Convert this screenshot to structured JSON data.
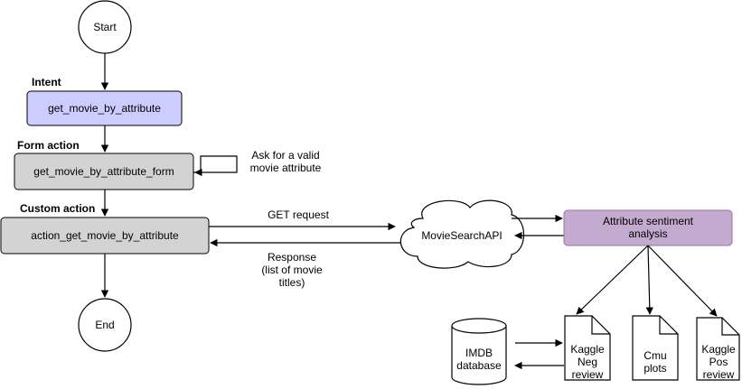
{
  "nodes": {
    "start": "Start",
    "end": "End",
    "intent_label": "Intent",
    "intent": "get_movie_by_attribute",
    "form_label": "Form action",
    "form": "get_movie_by_attribute_form",
    "custom_label": "Custom action",
    "custom": "action_get_movie_by_attribute",
    "api": "MovieSearchAPI",
    "sentiment": [
      "Attribute sentiment",
      "analysis"
    ],
    "imdb": [
      "IMDB",
      "database"
    ],
    "kaggle_neg": [
      "Kaggle",
      "Neg",
      "review"
    ],
    "cmu": [
      "Cmu",
      "plots"
    ],
    "kaggle_pos": [
      "Kaggle",
      "Pos",
      "review"
    ]
  },
  "edges": {
    "self_loop": [
      "Ask for a valid",
      "movie attribute"
    ],
    "get_request": "GET request",
    "response": [
      "Response",
      "(list of movie",
      "titles)"
    ]
  },
  "colors": {
    "intent_fill": "#ccccff",
    "action_fill": "#d3d3d3",
    "sentiment_fill": "#c3abd0",
    "sentiment_stroke": "#9673a6",
    "line": "#000000"
  }
}
